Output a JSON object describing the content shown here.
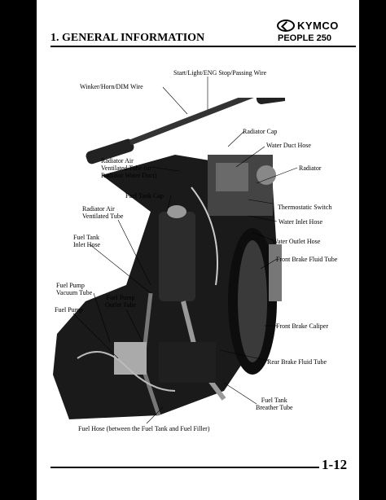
{
  "header": {
    "brand": "KYMCO",
    "model": "PEOPLE 250",
    "section_title": "1. GENERAL INFORMATION"
  },
  "figure": {
    "labels": {
      "start_light": "Start/Light/ENG Stop/Passing Wire",
      "winker": "Winker/Horn/DIM Wire",
      "radiator_cap": "Radiator Cap",
      "water_duct": "Water Duct Hose",
      "radiator_air_vent_tube_1": "Radiator Air",
      "radiator_air_vent_tube_2": "Ventilated Tube (to",
      "radiator_air_vent_tube_3": "Radiator Water Duct)",
      "radiator": "Radiator",
      "fuel_tank_cap": "Fuel Tank Cap",
      "thermostatic": "Thermostatic Switch",
      "radiator_air_vent_1": "Radiator Air",
      "radiator_air_vent_2": "Ventilated Tube",
      "water_inlet": "Water Inlet Hose",
      "fuel_tank_inlet_1": "Fuel Tank",
      "fuel_tank_inlet_2": "Inlet Hose",
      "water_outlet": "Water Outlet Hose",
      "front_brake_fluid": "Front Brake Fluid Tube",
      "fuel_pump_vacuum_1": "Fuel Pump",
      "fuel_pump_vacuum_2": "Vacuum Tube",
      "fuel_pump_outlet_1": "Fuel Pump",
      "fuel_pump_outlet_2": "Outlet Tube",
      "fuel_pump": "Fuel Pump",
      "front_brake_caliper": "Front Brake Caliper",
      "rear_brake_fluid": "Rear Brake Fluid Tube",
      "fuel_tank_breather_1": "Fuel Tank",
      "fuel_tank_breather_2": "Breather Tube",
      "fuel_hose": "Fuel Hose (between the Fuel Tank and Fuel Filler)"
    }
  },
  "footer": {
    "page_number": "1-12"
  }
}
